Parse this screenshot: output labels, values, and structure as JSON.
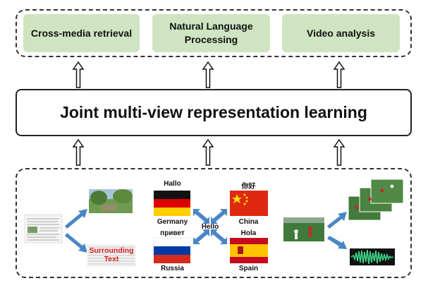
{
  "applications": [
    {
      "label": "Cross-media retrieval"
    },
    {
      "label": "Natural Language Processing"
    },
    {
      "label": "Video analysis"
    }
  ],
  "core_box": {
    "label": "Joint multi-view representation learning"
  },
  "multimedia": {
    "surrounding_text": "Surrounding Text"
  },
  "multilingual": {
    "center_word": "Hello",
    "germany": {
      "greeting": "Hallo",
      "country": "Germany"
    },
    "russia": {
      "greeting": "привет",
      "country": "Russia"
    },
    "china": {
      "greeting": "你好",
      "country": "China"
    },
    "spain": {
      "greeting": "Hola",
      "country": "Spain"
    }
  },
  "colors": {
    "app_box_fill": "#cfe5c1",
    "arrow_blue": "#4a86c5",
    "surrounding_text_red": "#e02020",
    "waveform_green": "#3fd487"
  }
}
